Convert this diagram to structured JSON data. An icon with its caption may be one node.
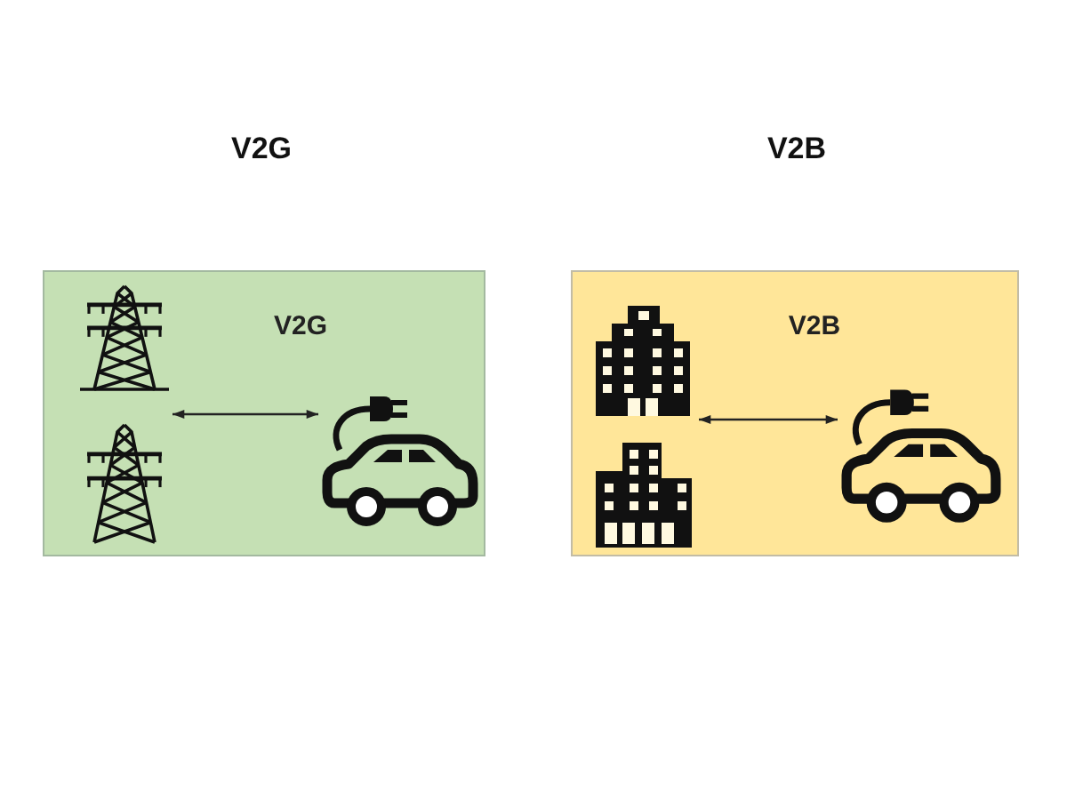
{
  "diagram": {
    "nodes": [
      {
        "text": [
          "V2G"
        ]
      },
      {
        "text": [],
        "shape": "picture",
        "in": 0
      },
      {
        "text": [],
        "shape": "picture",
        "in": 0
      },
      {
        "text": [
          "V2B"
        ]
      },
      {
        "text": [],
        "shape": "picture",
        "in": 3
      },
      {
        "text": [],
        "shape": "picture",
        "in": 3
      }
    ],
    "edges": [
      {
        "from": 1,
        "to": 2,
        "arrow": "both"
      },
      {
        "from": 4,
        "to": 5,
        "arrow": "both"
      }
    ],
    "labels": [
      "V2G",
      "V2B"
    ]
  }
}
